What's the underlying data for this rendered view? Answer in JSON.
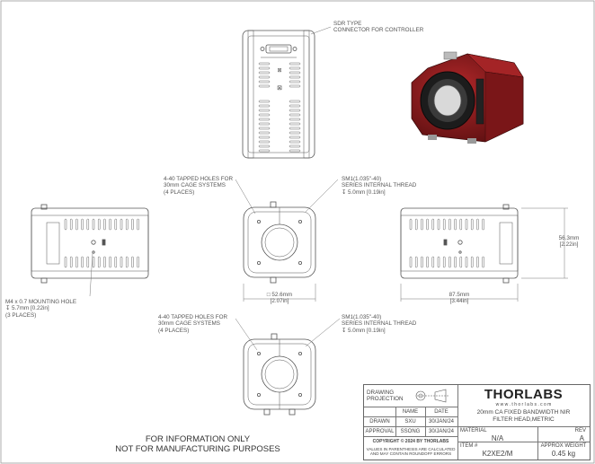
{
  "notes": {
    "sdr_type": [
      "SDR TYPE",
      "CONNECTOR FOR CONTROLLER"
    ],
    "tapped_holes_top": [
      "4-40 TAPPED HOLES FOR",
      "30mm CAGE SYSTEMS",
      "(4 PLACES)"
    ],
    "sm1_top": [
      "SM1(1.035\"-40)",
      "SERIES INTERNAL THREAD",
      "↧ 5.0mm [0.19in]"
    ],
    "mounting_hole": [
      "M4 x 0.7 MOUNTING HOLE",
      "↧ 5.7mm [0.22in]",
      "(3 PLACES)"
    ],
    "tapped_holes_bottom": [
      "4-40 TAPPED HOLES FOR",
      "30mm CAGE SYSTEMS",
      "(4 PLACES)"
    ],
    "sm1_bottom": [
      "SM1(1.035\"-40)",
      "SERIES INTERNAL THREAD",
      "↧ 5.0mm [0.19in]"
    ]
  },
  "dimensions": {
    "width_mm": "□ 52.6mm",
    "width_in": "[2.07in]",
    "length_mm": "87.5mm",
    "length_in": "[3.44in]",
    "height_mm": "56.3mm",
    "height_in": "[2.22in]"
  },
  "footer": {
    "line1": "FOR INFORMATION ONLY",
    "line2": "NOT FOR MANUFACTURING PURPOSES"
  },
  "title_block": {
    "drawing_projection": "DRAWING PROJECTION",
    "name_header": "NAME",
    "date_header": "DATE",
    "drawn_label": "DRAWN",
    "drawn_name": "SXU",
    "drawn_date": "30/JAN/24",
    "approval_label": "APPROVAL",
    "approval_name": "SSONG",
    "approval_date": "30/JAN/24",
    "copyright": "COPYRIGHT © 2024 BY THORLABS",
    "tolerance_note_1": "VALUES IN PARENTHESIS ARE CALCULATED",
    "tolerance_note_2": "AND MAY CONTAIN ROUNDOFF ERRORS",
    "logo": "THORLABS",
    "website": "w w w . t h o r l a b s . c o m",
    "description_1": "20mm CA FIXED BANDWIDTH NIR",
    "description_2": "FILTER HEAD,METRIC",
    "material_label": "MATERIAL",
    "material_value": "N/A",
    "rev_label": "REV",
    "rev_value": "A",
    "item_label": "ITEM #",
    "item_value": "K2XE2/M",
    "weight_label": "APPROX WEIGHT",
    "weight_value": "0.45 kg"
  },
  "colors": {
    "line": "#555555",
    "product_red": "#8e1c1c",
    "product_black": "#1a1a1a"
  }
}
